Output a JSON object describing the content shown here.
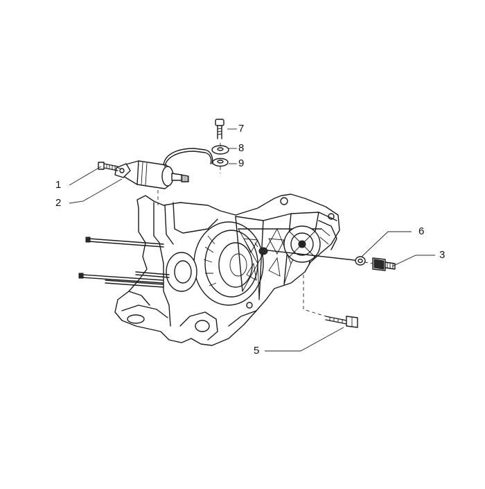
{
  "callouts": [
    {
      "id": "1",
      "text": "1"
    },
    {
      "id": "2",
      "text": "2"
    },
    {
      "id": "3",
      "text": "3"
    },
    {
      "id": "5",
      "text": "5"
    },
    {
      "id": "6",
      "text": "6"
    },
    {
      "id": "7",
      "text": "7"
    },
    {
      "id": "8",
      "text": "8"
    },
    {
      "id": "9",
      "text": "9"
    }
  ]
}
